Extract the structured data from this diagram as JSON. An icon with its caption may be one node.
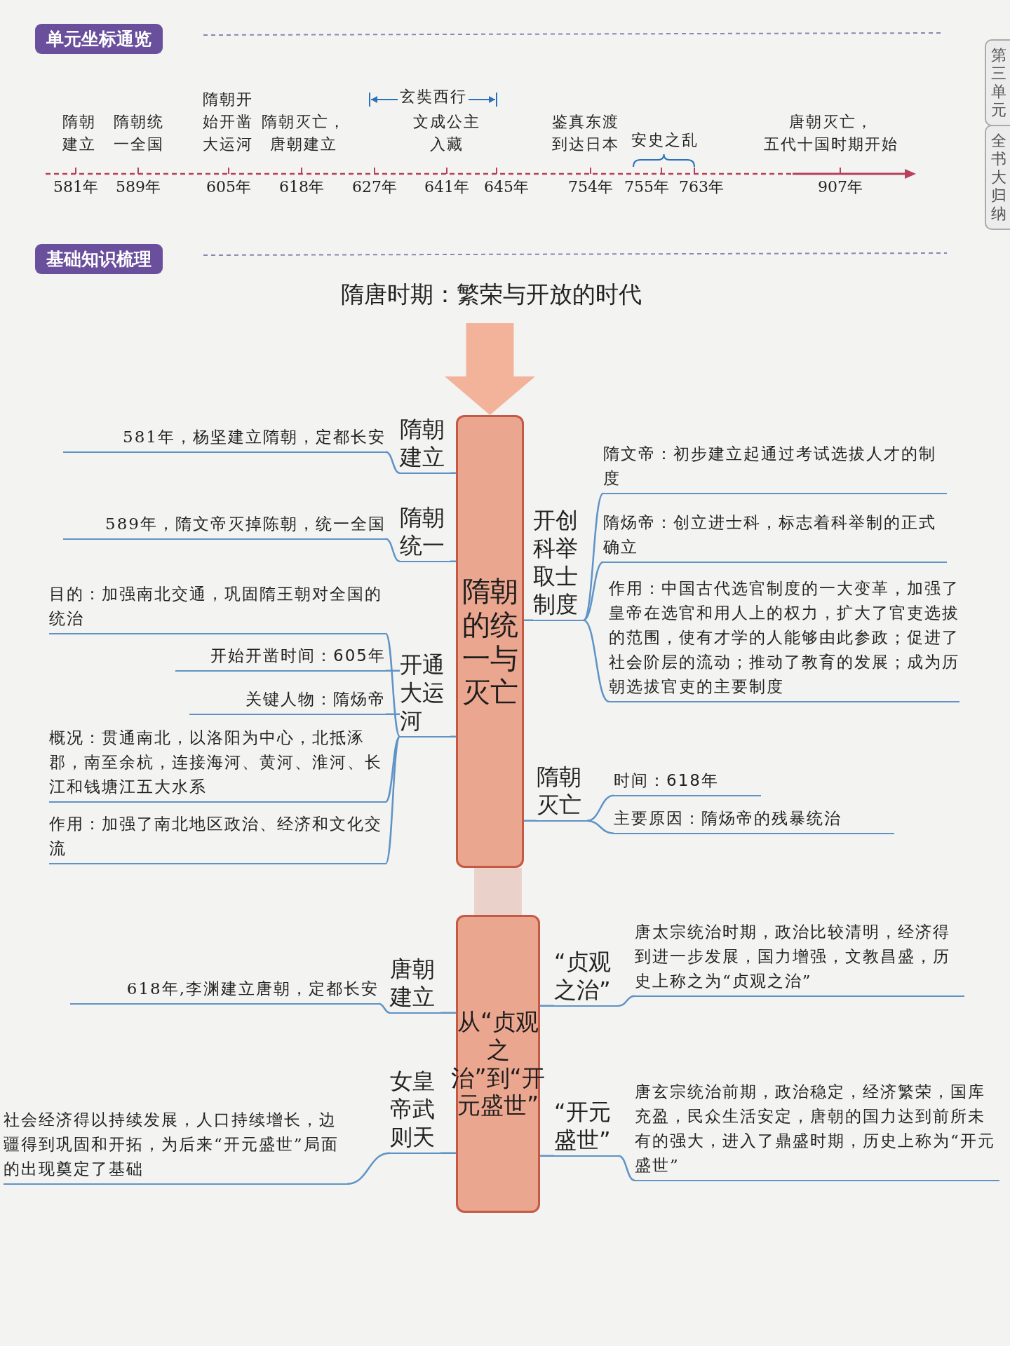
{
  "diagram": {
    "nodes": [
      {
        "text": [
          "隋唐时期：繁荣与开放的时代"
        ]
      },
      {
        "text": [
          "隋朝的统一与灭亡"
        ]
      },
      {
        "text": [
          "从“贞观之治”到“开元盛世”"
        ]
      },
      {
        "text": [
          "隋朝建立"
        ]
      },
      {
        "text": [
          "581年，杨坚建立隋朝，定都长安"
        ]
      },
      {
        "text": [
          "隋朝统一"
        ]
      },
      {
        "text": [
          "589年，隋文帝灭掉陈朝，统一全国"
        ]
      },
      {
        "text": [
          "开通大运河"
        ]
      },
      {
        "text": [
          "目的：加强南北交通，巩固隋王朝对全国的统治"
        ]
      },
      {
        "text": [
          "开始开凿时间：605年"
        ]
      },
      {
        "text": [
          "关键人物：隋炀帝"
        ]
      },
      {
        "text": [
          "概况：贯通南北，以洛阳为中心，北抵涿郡，南至余杭，连接海河、黄河、淮河、长江和钱塘江五大水系"
        ]
      },
      {
        "text": [
          "作用：加强了南北地区政治、经济和文化交流"
        ]
      },
      {
        "text": [
          "开创科举取士制度"
        ]
      },
      {
        "text": [
          "隋文帝：初步建立起通过考试选拔人才的制度"
        ]
      },
      {
        "text": [
          "隋炀帝：创立进士科，标志着科举制的正式确立"
        ]
      },
      {
        "text": [
          "作用：中国古代选官制度的一大变革，加强了皇帝在选官和用人上的权力，扩大了官吏选拔的范围，使有才学的人能够由此参政；促进了社会阶层的流动；推动了教育的发展；成为历朝选拔官吏的主要制度"
        ]
      },
      {
        "text": [
          "隋朝灭亡"
        ]
      },
      {
        "text": [
          "时间：618年"
        ]
      },
      {
        "text": [
          "主要原因：隋炀帝的残暴统治"
        ]
      },
      {
        "text": [
          "唐朝建立"
        ]
      },
      {
        "text": [
          "618年,李渊建立唐朝，定都长安"
        ]
      },
      {
        "text": [
          "女皇帝武则天"
        ]
      },
      {
        "text": [
          "社会经济得以持续发展，人口持续增长，边疆得到巩固和开拓，为后来“开元盛世”局面的出现奠定了基础"
        ]
      },
      {
        "text": [
          "“贞观之治”"
        ]
      },
      {
        "text": [
          "唐太宗统治时期，政治比较清明，经济得到进一步发展，国力增强，文教昌盛，历史上称之为“贞观之治”"
        ]
      },
      {
        "text": [
          "“开元盛世”"
        ]
      },
      {
        "text": [
          "唐玄宗统治前期，政治稳定，经济繁荣，国库充盈，民众生活安定，唐朝的国力达到前所未有的强大，进入了鼎盛时期，历史上称为“开元盛世”"
        ]
      }
    ],
    "edges": [
      {
        "from": 0,
        "to": 1,
        "arrow": "to",
        "style": "thick",
        "color": "#f2b39a"
      },
      {
        "from": 1,
        "to": 2,
        "arrow": "none",
        "style": "thick",
        "color": "#ead2ca"
      },
      {
        "from": 1,
        "to": 3,
        "arrow": "none"
      },
      {
        "from": 3,
        "to": 4,
        "arrow": "none"
      },
      {
        "from": 1,
        "to": 5,
        "arrow": "none"
      },
      {
        "from": 5,
        "to": 6,
        "arrow": "none"
      },
      {
        "from": 1,
        "to": 7,
        "arrow": "none"
      },
      {
        "from": 7,
        "to": 8,
        "arrow": "none"
      },
      {
        "from": 7,
        "to": 9,
        "arrow": "none"
      },
      {
        "from": 7,
        "to": 10,
        "arrow": "none"
      },
      {
        "from": 7,
        "to": 11,
        "arrow": "none"
      },
      {
        "from": 7,
        "to": 12,
        "arrow": "none"
      },
      {
        "from": 1,
        "to": 13,
        "arrow": "none"
      },
      {
        "from": 13,
        "to": 14,
        "arrow": "none"
      },
      {
        "from": 13,
        "to": 15,
        "arrow": "none"
      },
      {
        "from": 13,
        "to": 16,
        "arrow": "none"
      },
      {
        "from": 1,
        "to": 17,
        "arrow": "none"
      },
      {
        "from": 17,
        "to": 18,
        "arrow": "none"
      },
      {
        "from": 17,
        "to": 19,
        "arrow": "none"
      },
      {
        "from": 2,
        "to": 20,
        "arrow": "none"
      },
      {
        "from": 20,
        "to": 21,
        "arrow": "none"
      },
      {
        "from": 2,
        "to": 22,
        "arrow": "none"
      },
      {
        "from": 22,
        "to": 23,
        "arrow": "none"
      },
      {
        "from": 2,
        "to": 24,
        "arrow": "none"
      },
      {
        "from": 24,
        "to": 25,
        "arrow": "none"
      },
      {
        "from": 2,
        "to": 26,
        "arrow": "none"
      },
      {
        "from": 26,
        "to": 27,
        "arrow": "none"
      }
    ],
    "labels": [
      "单元坐标通览",
      "隋朝建立",
      "581年",
      "隋朝统一全国",
      "589年",
      "隋朝开始开凿大运河",
      "605年",
      "隋朝灭亡，唐朝建立",
      "618年",
      "玄奘西行",
      "627年",
      "文成公主入藏",
      "641年",
      "645年",
      "鉴真东渡到达日本",
      "754年",
      "安史之乱",
      "755年",
      "763年",
      "唐朝灭亡，五代十国时期开始",
      "907年",
      "基础知识梳理",
      "第三单元",
      "全书大归纳"
    ]
  }
}
